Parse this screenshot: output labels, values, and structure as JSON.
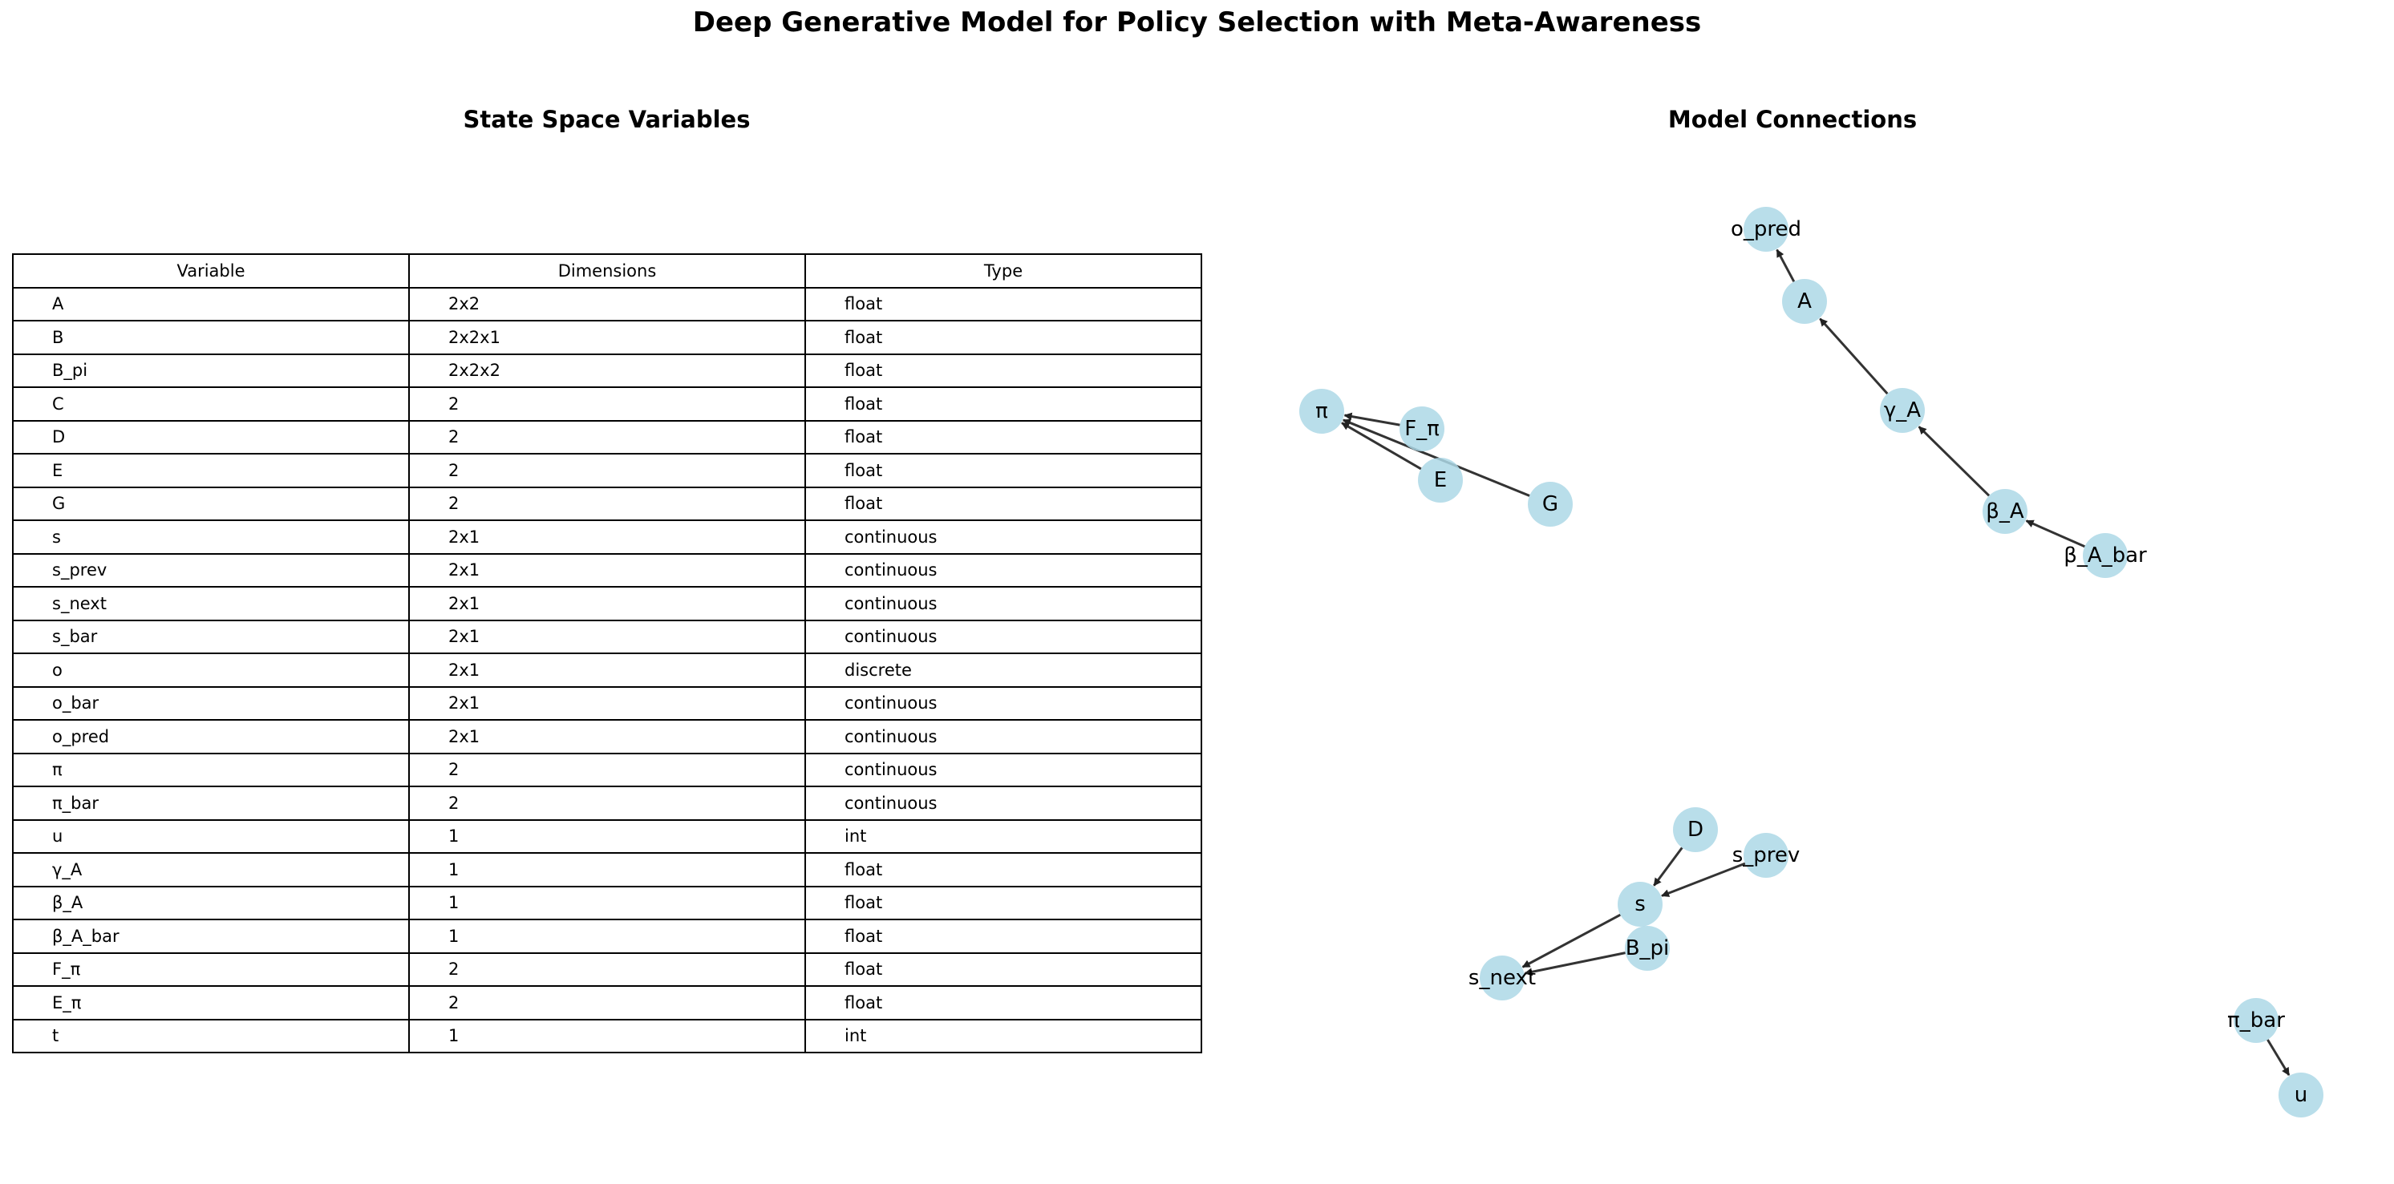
{
  "title": "Deep Generative Model for Policy Selection with Meta-Awareness",
  "table": {
    "title": "State Space Variables",
    "headers": [
      "Variable",
      "Dimensions",
      "Type"
    ],
    "rows": [
      [
        "A",
        "2x2",
        "float"
      ],
      [
        "B",
        "2x2x1",
        "float"
      ],
      [
        "B_pi",
        "2x2x2",
        "float"
      ],
      [
        "C",
        "2",
        "float"
      ],
      [
        "D",
        "2",
        "float"
      ],
      [
        "E",
        "2",
        "float"
      ],
      [
        "G",
        "2",
        "float"
      ],
      [
        "s",
        "2x1",
        "continuous"
      ],
      [
        "s_prev",
        "2x1",
        "continuous"
      ],
      [
        "s_next",
        "2x1",
        "continuous"
      ],
      [
        "s_bar",
        "2x1",
        "continuous"
      ],
      [
        "o",
        "2x1",
        "discrete"
      ],
      [
        "o_bar",
        "2x1",
        "continuous"
      ],
      [
        "o_pred",
        "2x1",
        "continuous"
      ],
      [
        "π",
        "2",
        "continuous"
      ],
      [
        "π_bar",
        "2",
        "continuous"
      ],
      [
        "u",
        "1",
        "int"
      ],
      [
        "γ_A",
        "1",
        "float"
      ],
      [
        "β_A",
        "1",
        "float"
      ],
      [
        "β_A_bar",
        "1",
        "float"
      ],
      [
        "F_π",
        "2",
        "float"
      ],
      [
        "E_π",
        "2",
        "float"
      ],
      [
        "t",
        "1",
        "int"
      ]
    ]
  },
  "graph": {
    "title": "Model Connections",
    "node_color": "#add8e6",
    "edge_color": "#333333",
    "nodes": [
      {
        "id": "o_pred",
        "label": "o_pred"
      },
      {
        "id": "A",
        "label": "A"
      },
      {
        "id": "gamma_A",
        "label": "γ_A"
      },
      {
        "id": "beta_A",
        "label": "β_A"
      },
      {
        "id": "beta_A_bar",
        "label": "β_A_bar"
      },
      {
        "id": "pi",
        "label": "π"
      },
      {
        "id": "F_pi",
        "label": "F_π"
      },
      {
        "id": "E",
        "label": "E"
      },
      {
        "id": "G",
        "label": "G"
      },
      {
        "id": "D",
        "label": "D"
      },
      {
        "id": "s_prev",
        "label": "s_prev"
      },
      {
        "id": "s",
        "label": "s"
      },
      {
        "id": "B_pi",
        "label": "B_pi"
      },
      {
        "id": "s_next",
        "label": "s_next"
      },
      {
        "id": "pi_bar",
        "label": "π_bar"
      },
      {
        "id": "u",
        "label": "u"
      }
    ],
    "edges": [
      {
        "from": "A",
        "to": "o_pred"
      },
      {
        "from": "gamma_A",
        "to": "A"
      },
      {
        "from": "beta_A",
        "to": "gamma_A"
      },
      {
        "from": "beta_A_bar",
        "to": "beta_A"
      },
      {
        "from": "F_pi",
        "to": "pi"
      },
      {
        "from": "E",
        "to": "pi"
      },
      {
        "from": "G",
        "to": "pi"
      },
      {
        "from": "D",
        "to": "s"
      },
      {
        "from": "s_prev",
        "to": "s"
      },
      {
        "from": "s",
        "to": "s_next"
      },
      {
        "from": "B_pi",
        "to": "s_next"
      },
      {
        "from": "pi_bar",
        "to": "u"
      }
    ]
  }
}
